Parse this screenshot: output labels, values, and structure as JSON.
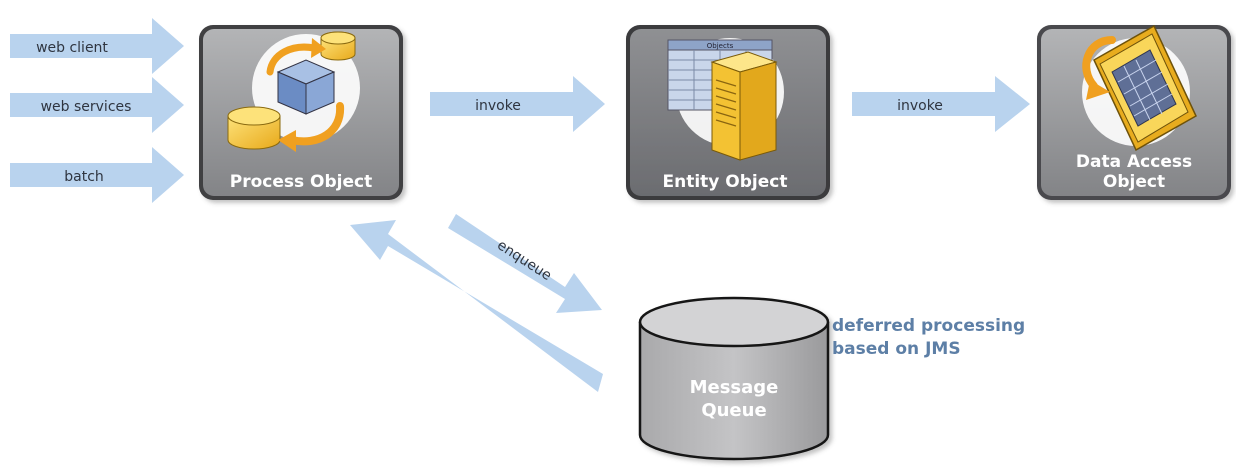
{
  "inputs": [
    {
      "label": "web client"
    },
    {
      "label": "web services"
    },
    {
      "label": "batch"
    }
  ],
  "boxes": {
    "process_object": {
      "title": "Process Object"
    },
    "entity_object": {
      "title": "Entity Object",
      "sheet_label": "Objects"
    },
    "data_access_object": {
      "title_line1": "Data Access",
      "title_line2": "Object"
    }
  },
  "connections": {
    "invoke_1": "invoke",
    "invoke_2": "invoke",
    "enqueue": "enqueue"
  },
  "message_queue": {
    "line1": "Message",
    "line2": "Queue"
  },
  "note": {
    "line1": "deferred processing",
    "line2": "based on JMS"
  },
  "colors": {
    "arrow": "#b9d3ee",
    "box_fill": "#9a9b9d",
    "box_fill_dark": "#7f8083",
    "accent_yellow": "#f3c233",
    "accent_orange": "#f0a020",
    "cube_blue": "#7f9ccc",
    "note_text": "#5d7fa6"
  }
}
